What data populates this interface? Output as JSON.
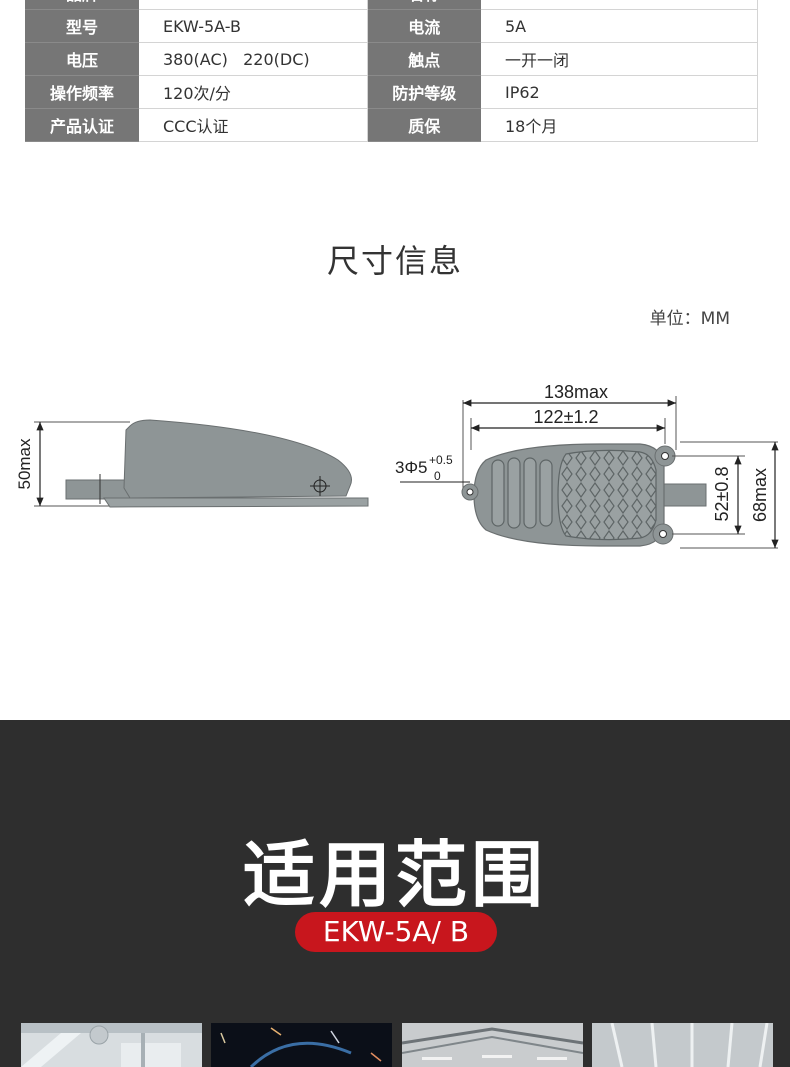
{
  "spec_table": {
    "rows": [
      {
        "k1": "品牌",
        "v1": "",
        "k2": "名称",
        "v2": ""
      },
      {
        "k1": "型号",
        "v1": "EKW-5A-B",
        "k2": "电流",
        "v2": "5A"
      },
      {
        "k1": "电压",
        "v1": "380(AC)   220(DC)",
        "k2": "触点",
        "v2": "一开一闭"
      },
      {
        "k1": "操作频率",
        "v1": "120次/分",
        "k2": "防护等级",
        "v2": "IP62"
      },
      {
        "k1": "产品认证",
        "v1": "CCC认证",
        "k2": "质保",
        "v2": "18个月"
      }
    ]
  },
  "dimensions": {
    "title": "尺寸信息",
    "unit": "单位：MM",
    "side_height": "50max",
    "top_length_max": "138max",
    "top_length": "122±1.2",
    "hole": "3Φ5",
    "hole_tol_upper": "+0.5",
    "hole_tol_lower": "0",
    "mount_width": "52±0.8",
    "width_max": "68max"
  },
  "scope": {
    "title": "适用范围",
    "model": "EKW-5A/ B"
  },
  "colors": {
    "label_bg": "#767676",
    "dark_bg": "#2e2e2e",
    "accent_red": "#c8161d",
    "pedal_gray": "#8e9596"
  }
}
